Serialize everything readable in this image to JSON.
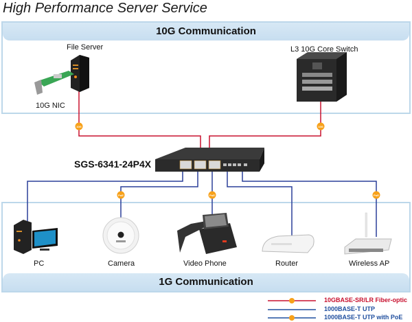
{
  "title": "High Performance Server Service",
  "sections": {
    "top": "10G Communication",
    "bottom": "1G Communication"
  },
  "devices": {
    "file_server": "File Server",
    "nic": "10G NIC",
    "core_switch": "L3 10G Core Switch",
    "switch_model": "SGS-6341-24P4X",
    "pc": "PC",
    "camera": "Camera",
    "video_phone": "Video Phone",
    "router": "Router",
    "wireless_ap": "Wireless AP"
  },
  "badges": {
    "ten_g": "10G",
    "poe": "PoE"
  },
  "legend": [
    {
      "label": "10GBASE-SR/LR Fiber-optic",
      "color": "#c8102e",
      "badge": "10G"
    },
    {
      "label": "1000BASE-T UTP",
      "color": "#1f4e9e",
      "badge": ""
    },
    {
      "label": "1000BASE-T UTP with PoE",
      "color": "#1f4e9e",
      "badge": "PoE"
    }
  ],
  "colors": {
    "fiber": "#c8102e",
    "utp": "#2a3f99",
    "badge": "#f7a11a",
    "band": "#d2e5f3"
  }
}
